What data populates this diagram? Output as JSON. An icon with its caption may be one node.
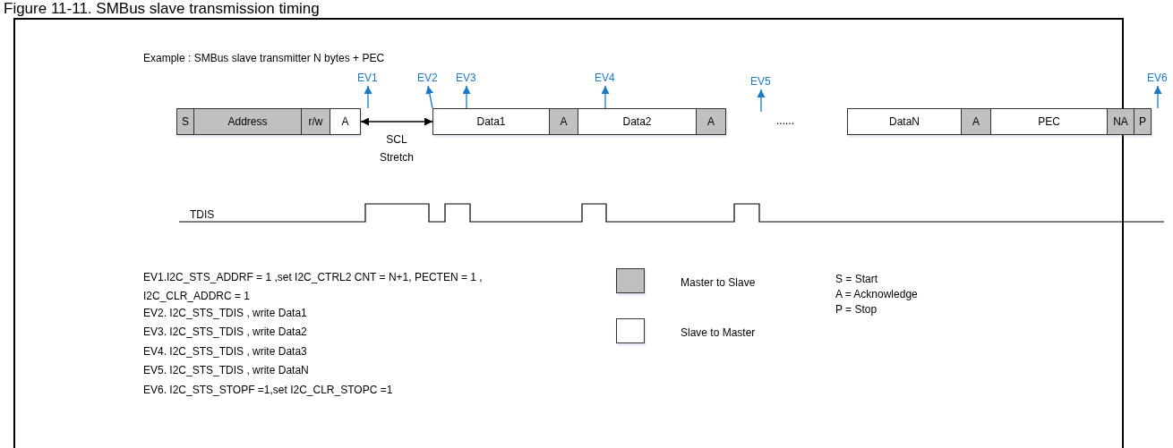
{
  "diagram": {
    "title": "Figure 11-11. SMBus slave transmission timing",
    "nodes": [
      {
        "text": [
          "S"
        ]
      },
      {
        "text": [
          "Address"
        ]
      },
      {
        "text": [
          "r/w"
        ]
      },
      {
        "text": [
          "A"
        ]
      },
      {
        "text": [
          "Data1"
        ]
      },
      {
        "text": [
          "A"
        ]
      },
      {
        "text": [
          "Data2"
        ]
      },
      {
        "text": [
          "A"
        ]
      },
      {
        "text": [
          "DataN"
        ]
      },
      {
        "text": [
          "A"
        ]
      },
      {
        "text": [
          "PEC"
        ]
      },
      {
        "text": [
          "NA"
        ]
      },
      {
        "text": [
          "P"
        ]
      },
      {
        "text": [
          "EV1"
        ]
      },
      {
        "text": [
          "EV2"
        ]
      },
      {
        "text": [
          "EV3"
        ]
      },
      {
        "text": [
          "EV4"
        ]
      },
      {
        "text": [
          "EV5"
        ]
      },
      {
        "text": [
          "EV6"
        ]
      }
    ],
    "edges": [
      {
        "from": 3,
        "to": 4,
        "arrow": "both",
        "label": "SCL Stretch",
        "color": "#000000"
      },
      {
        "from": 3,
        "to": 13,
        "arrow": "to",
        "color": "#1a7ac8"
      },
      {
        "from": 4,
        "to": 14,
        "arrow": "to",
        "color": "#1a7ac8"
      },
      {
        "from": 4,
        "to": 15,
        "arrow": "to",
        "color": "#1a7ac8"
      },
      {
        "from": 6,
        "to": 16,
        "arrow": "to",
        "color": "#1a7ac8"
      },
      {
        "from": null,
        "to": 17,
        "arrow": "to",
        "color": "#1a7ac8"
      },
      {
        "from": 12,
        "to": 18,
        "arrow": "to",
        "color": "#1a7ac8"
      }
    ],
    "labels": [
      "Example : SMBus slave transmitter N bytes + PEC",
      "......",
      "TDIS",
      "EV1.I2C_STS_ADDRF = 1 ,set I2C_CTRL2 CNT = N+1, PECTEN = 1 , I2C_CLR_ADDRC = 1",
      "EV2. I2C_STS_TDIS , write Data1",
      "EV3. I2C_STS_TDIS , write Data2",
      "EV4. I2C_STS_TDIS , write Data3",
      "EV5. I2C_STS_TDIS , write DataN",
      "EV6. I2C_STS_STOPF =1,set I2C_CLR_STOPC =1",
      "S = Start",
      "A = Acknowledge",
      "P = Stop"
    ],
    "legend": [
      {
        "text": "Master to Slave",
        "color": "#c0c0c0"
      },
      {
        "text": "Slave to Master",
        "color": "#ffffff"
      }
    ]
  }
}
